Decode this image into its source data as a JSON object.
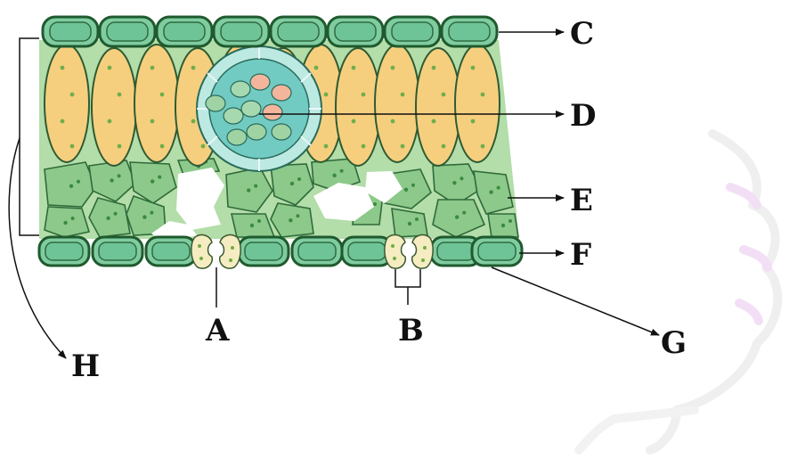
{
  "labels": {
    "A": "A",
    "B": "B",
    "C": "C",
    "D": "D",
    "E": "E",
    "F": "F",
    "G": "G",
    "H": "H"
  },
  "colors": {
    "epidermis_fill": "#7fcca0",
    "epidermis_stroke": "#1f5a2e",
    "palisade_fill": "#f6cf7e",
    "palisade_stroke": "#2f5b33",
    "spongy_fill": "#8cc98a",
    "spongy_background": "#a9d9a0",
    "vein_outer": "#b9eae6",
    "vein_inner": "#62c7c0",
    "guard_cell": "#f4ecc0",
    "watermark": "#e6c3ec"
  }
}
